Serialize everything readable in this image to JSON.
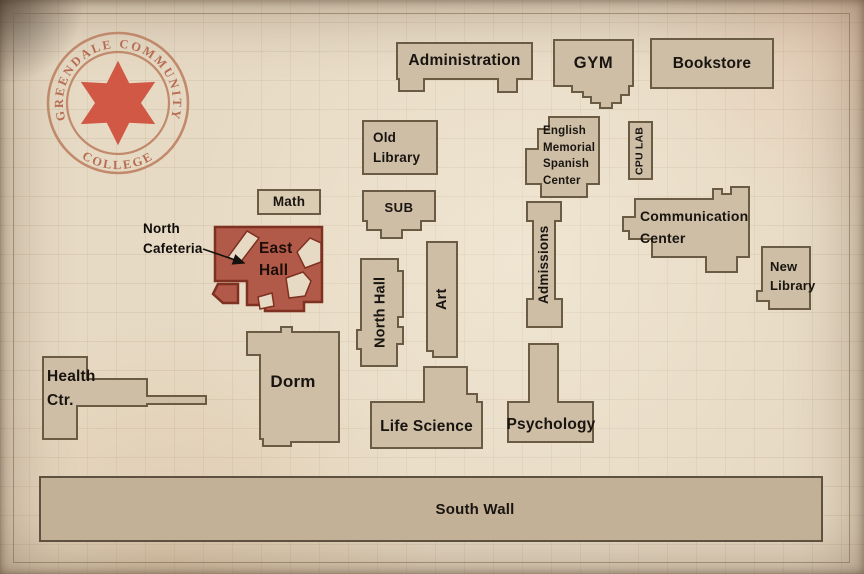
{
  "seal": {
    "arc_top": "GREENDALE COMMUNITY",
    "arc_bottom": "COLLEGE",
    "symbol": "six-arrow-asterisk",
    "ring_color": "#bd8061",
    "text_color": "#b05f45",
    "symbol_color": "#cf4733"
  },
  "colors": {
    "paper": "#e7dac4",
    "building_fill": "#cdbea5",
    "building_stroke": "#6a5b45",
    "highlight_fill": "#b25a49",
    "highlight_stroke": "#7e3021",
    "wall_fill": "#c2b197",
    "label_text": "#191410"
  },
  "highlighted_building": "East Hall",
  "callout": {
    "label": "North\nCafeteria"
  },
  "buildings": {
    "administration": "Administration",
    "gym": "GYM",
    "bookstore": "Bookstore",
    "old_library": "Old\nLibrary",
    "sub": "SUB",
    "emsc": "English\nMemorial\nSpanish\nCenter",
    "cpu_lab": "CPU LAB",
    "comm_center": "Communication\nCenter",
    "new_library": "New\nLibrary",
    "math": "Math",
    "east_hall": "East\nHall",
    "north_hall": "North Hall",
    "art": "Art",
    "admissions": "Admissions",
    "health_ctr": "Health\nCtr.",
    "dorm": "Dorm",
    "life_science": "Life Science",
    "psychology": "Psychology",
    "south_wall": "South Wall"
  }
}
